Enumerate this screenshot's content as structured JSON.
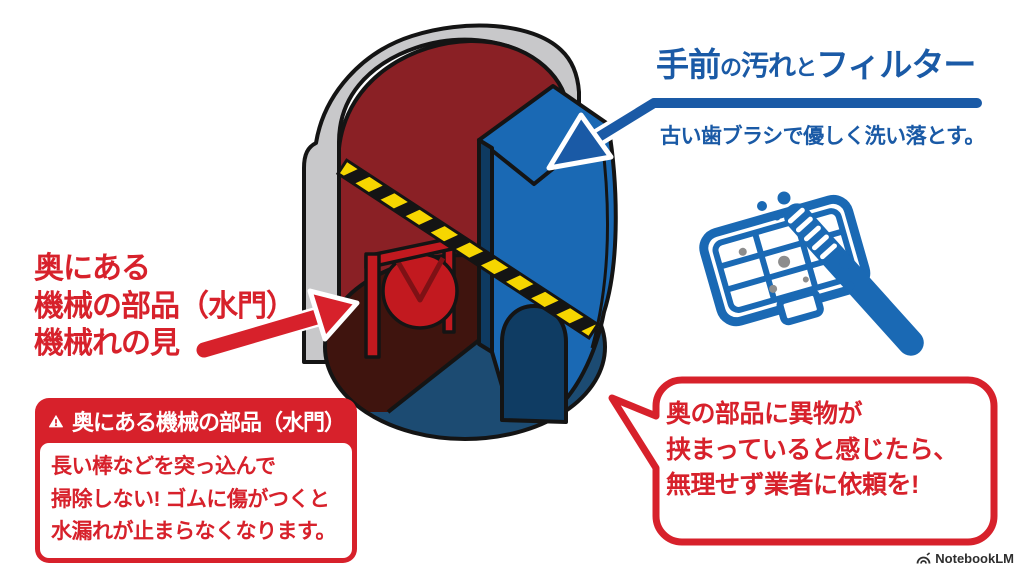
{
  "header": {
    "title_part1": "手前",
    "title_part2": "の",
    "title_part3": "汚れ",
    "title_part4": "と",
    "title_part5": "フィルター",
    "subtitle": "古い歯ブラシで優しく洗い落とす。"
  },
  "left_label": {
    "line1": "奥にある",
    "line2": "機械の部品（水門）",
    "line3": "機械れの見"
  },
  "warning_box": {
    "title": "奥にある機械の部品（水門）",
    "lines": [
      "長い棒などを突っ込んで",
      "掃除しない! ゴムに傷がつくと",
      "水漏れが止まらなくなります。"
    ]
  },
  "speech_bubble": {
    "lines": [
      "奥の部品に異物が",
      "挟まっていると感じたら、",
      "無理せず業者に依頼を!"
    ]
  },
  "watermark": {
    "label": "NotebookLM"
  },
  "icons": {
    "warning": "warning-triangle-icon",
    "logo": "notebooklm-logo-icon",
    "toothbrush": "toothbrush-icon",
    "filter": "drain-filter-icon",
    "blue_arrow": "arrow-down-left-icon",
    "red_arrow": "arrow-up-right-icon"
  },
  "colors": {
    "accent_blue": "#1a5aa6",
    "illustration_blue": "#1a69b4",
    "accent_red": "#d7212b",
    "valve_red": "#c2191f",
    "interior_maroon": "#8a2025",
    "floor_dark_maroon": "#3f140e",
    "floor_blue": "#1c4b72",
    "shell_gray": "#c8c8ca",
    "tape_yellow": "#f6d600",
    "outline_black": "#141414"
  }
}
